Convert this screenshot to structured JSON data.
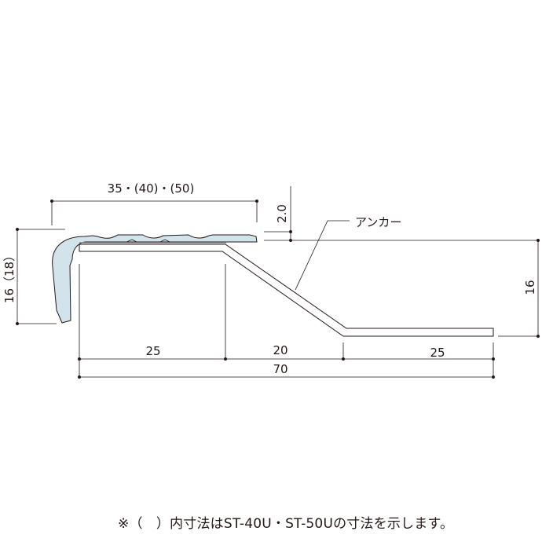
{
  "diagram": {
    "type": "cross-section drawing",
    "colors": {
      "line": "#231815",
      "cover_fill": "#d3e3ec",
      "background": "#ffffff"
    },
    "dimensions": {
      "top_width": "35・(40)・(50)",
      "thickness": "2.0",
      "left_height": "16（18）",
      "right_height": "16",
      "bottom_segment_1": "25",
      "bottom_segment_2": "20",
      "bottom_segment_3": "25",
      "bottom_total": "70"
    },
    "labels": {
      "anchor": "アンカー"
    },
    "note": "※（　）内寸法はST-40U・ST-50Uの寸法を示します。"
  }
}
